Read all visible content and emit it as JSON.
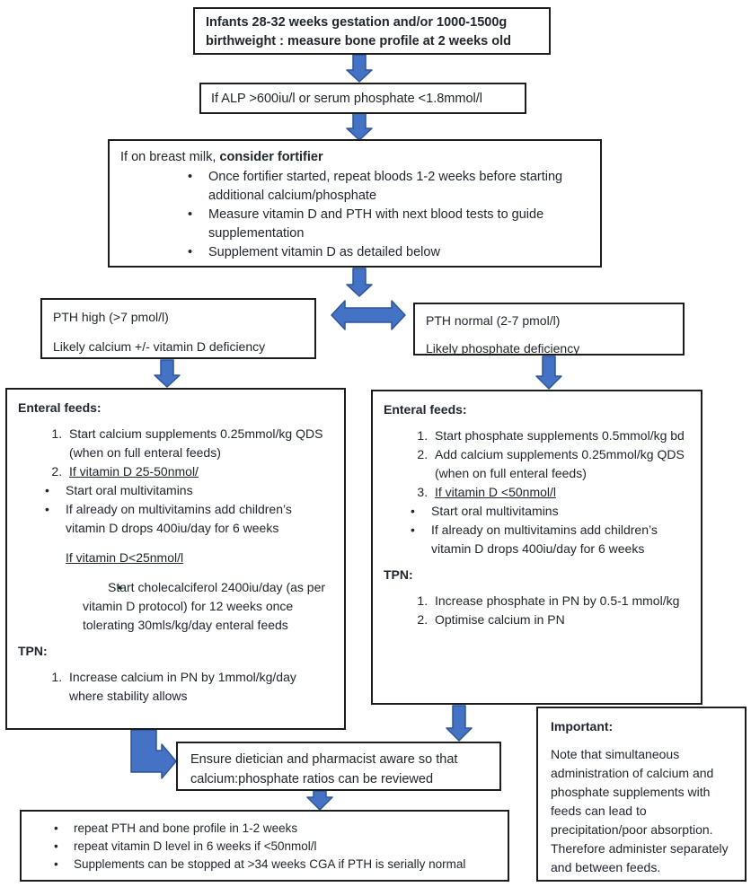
{
  "colors": {
    "arrow_fill": "#4472C4",
    "arrow_stroke": "#2F5597",
    "box_border": "#1d1d1d",
    "text": "#21252e"
  },
  "nodes": {
    "start": {
      "text": "Infants 28-32 weeks gestation and/or 1000-1500g birthweight : measure bone profile at 2 weeks old"
    },
    "alp": {
      "text": "If ALP >600iu/l or serum phosphate <1.8mmol/l"
    },
    "fortifier": {
      "heading_plain": "If on breast milk, ",
      "heading_bold": "consider fortifier",
      "bullets": [
        "Once fortifier started, repeat bloods 1-2 weeks before starting additional calcium/phosphate",
        "Measure vitamin D and PTH with next blood tests to guide supplementation",
        "Supplement vitamin D as detailed below"
      ]
    },
    "pth_high": {
      "line1": "PTH high (>7 pmol/l)",
      "line2": "Likely calcium +/- vitamin D deficiency"
    },
    "pth_normal": {
      "line1": "PTH normal (2-7 pmol/l)",
      "line2": "Likely phosphate deficiency"
    },
    "plan_left": {
      "enteral_heading": "Enteral feeds:",
      "item1": "Start calcium supplements 0.25mmol/kg QDS (when on full enteral feeds)",
      "item2_underlined": "If vitamin D 25-50nmol/",
      "sub_bullets": [
        "Start oral multivitamins",
        "If already on multivitamins add children’s vitamin D drops 400iu/day for 6 weeks"
      ],
      "vitd_heading": "If vitamin D<25nmol/l",
      "vitd_bullet": "Start cholecalciferol 2400iu/day (as per vitamin D protocol) for 12 weeks once tolerating 30mls/kg/day enteral feeds",
      "tpn_heading": "TPN:",
      "tpn_items": [
        "Increase calcium in PN by 1mmol/kg/day where stability allows"
      ]
    },
    "plan_right": {
      "enteral_heading": "Enteral feeds:",
      "item1": "Start phosphate supplements 0.5mmol/kg bd",
      "item2": "Add calcium supplements 0.25mmol/kg QDS (when on full enteral feeds)",
      "item3_underlined": "If vitamin D <50nmol/l",
      "sub_bullets": [
        "Start oral multivitamins",
        "If already on multivitamins add children’s vitamin D drops 400iu/day for 6 weeks"
      ],
      "tpn_heading": "TPN:",
      "tpn_items": [
        "Increase phosphate in PN by 0.5-1 mmol/kg",
        "Optimise calcium in PN"
      ]
    },
    "ensure": {
      "text": "Ensure dietician and pharmacist aware so that calcium:phosphate ratios can be reviewed"
    },
    "followup": {
      "bullets": [
        "repeat PTH and bone profile in 1-2 weeks",
        "repeat vitamin D level in 6 weeks if <50nmol/l",
        "Supplements can be stopped at >34 weeks CGA if PTH is serially normal"
      ]
    },
    "important": {
      "heading": "Important:",
      "body": "Note that simultaneous administration of calcium and phosphate supplements with feeds can lead to precipitation/poor absorption. Therefore administer separately and between feeds."
    }
  }
}
